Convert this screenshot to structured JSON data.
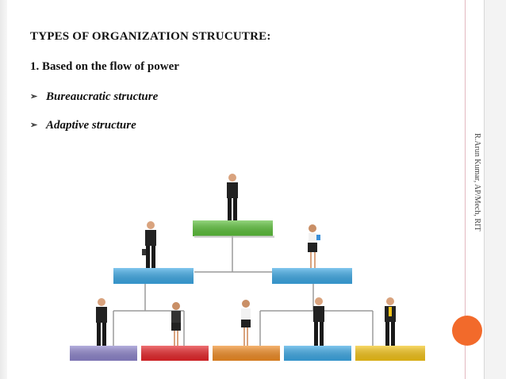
{
  "slide": {
    "heading": "TYPES OF ORGANIZATION STRUCUTRE:",
    "subheading": "1. Based on the flow of power",
    "bullets": [
      {
        "marker": "➢",
        "text": "Bureaucratic structure"
      },
      {
        "marker": "➢",
        "text": "Adaptive structure"
      }
    ],
    "footer": "R.Arun Kumar, AP/Mech, RIT"
  },
  "colors": {
    "accent_circle": "#f26a2b",
    "box_green": "#5cc13a",
    "box_blue": "#3da9e6",
    "box_purple": "#8e85cc",
    "box_red": "#e8262a",
    "box_orange": "#f28d25",
    "box_yellow": "#f5c518",
    "connector": "#9a9a9a"
  },
  "org_chart": {
    "levels": [
      {
        "level": 1,
        "box_colors": [
          "box_green"
        ],
        "people": 1
      },
      {
        "level": 2,
        "box_colors": [
          "box_blue",
          "box_blue"
        ],
        "people": 2
      },
      {
        "level": 3,
        "box_colors": [
          "box_purple",
          "box_red",
          "box_orange",
          "box_blue",
          "box_yellow"
        ],
        "people": 5
      }
    ]
  }
}
